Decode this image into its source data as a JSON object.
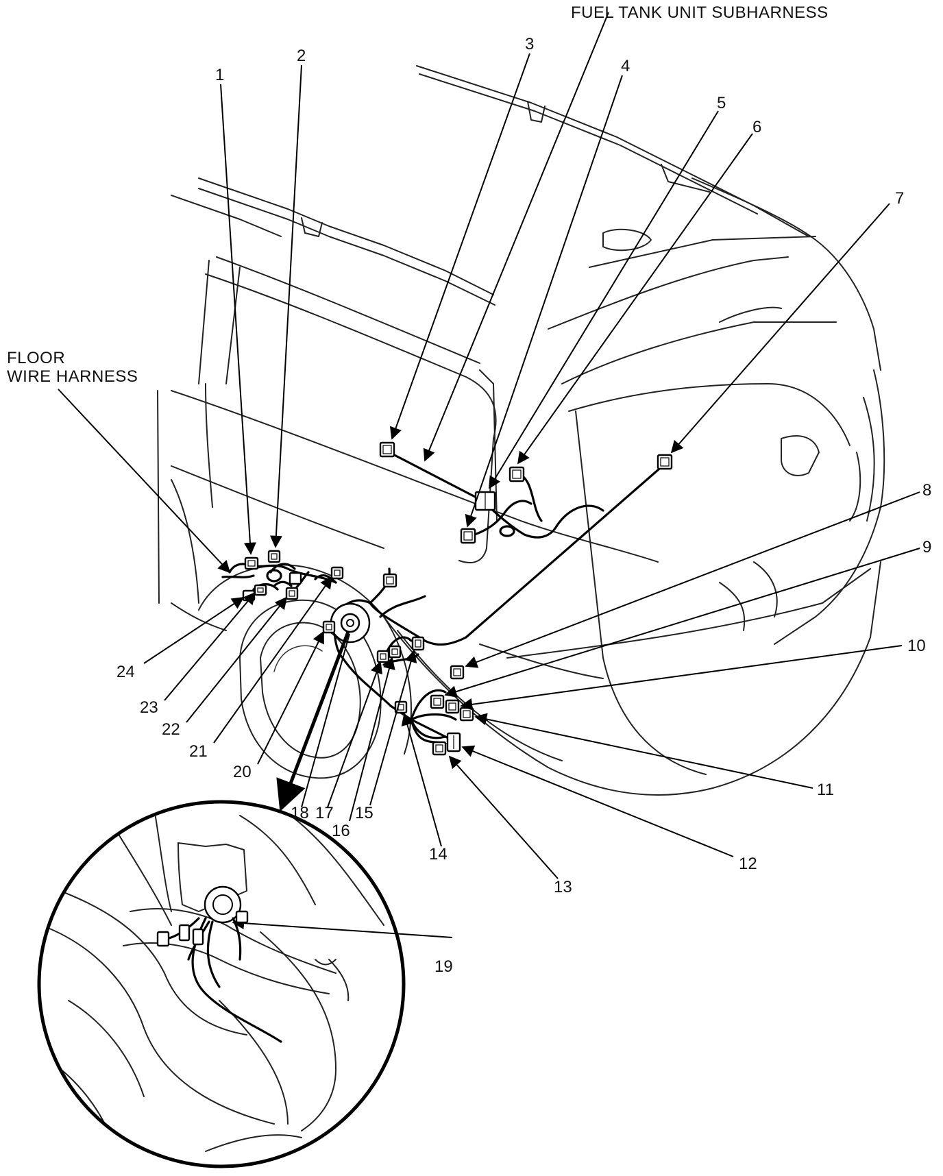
{
  "labels": {
    "fuel_tank_unit_subharness": "FUEL TANK UNIT SUBHARNESS",
    "floor_wire_harness_line1": "FLOOR",
    "floor_wire_harness_line2": "WIRE HARNESS"
  },
  "callouts": [
    "1",
    "2",
    "3",
    "4",
    "5",
    "6",
    "7",
    "8",
    "9",
    "10",
    "11",
    "12",
    "13",
    "14",
    "15",
    "16",
    "17",
    "18",
    "19",
    "20",
    "21",
    "22",
    "23",
    "24"
  ]
}
